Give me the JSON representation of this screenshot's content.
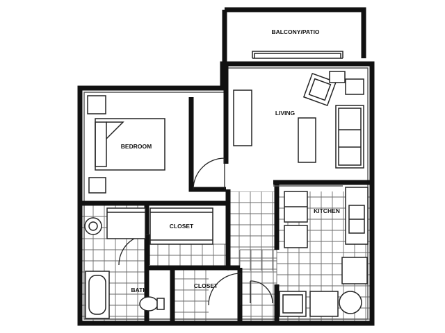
{
  "rooms": {
    "balcony": "BALCONY/PATIO",
    "living": "LIVING",
    "bedroom": "BEDROOM",
    "kitchen": "KITCHEN",
    "closet_upper": "CLOSET",
    "closet_lower": "CLOSET",
    "bath": "BATH"
  }
}
